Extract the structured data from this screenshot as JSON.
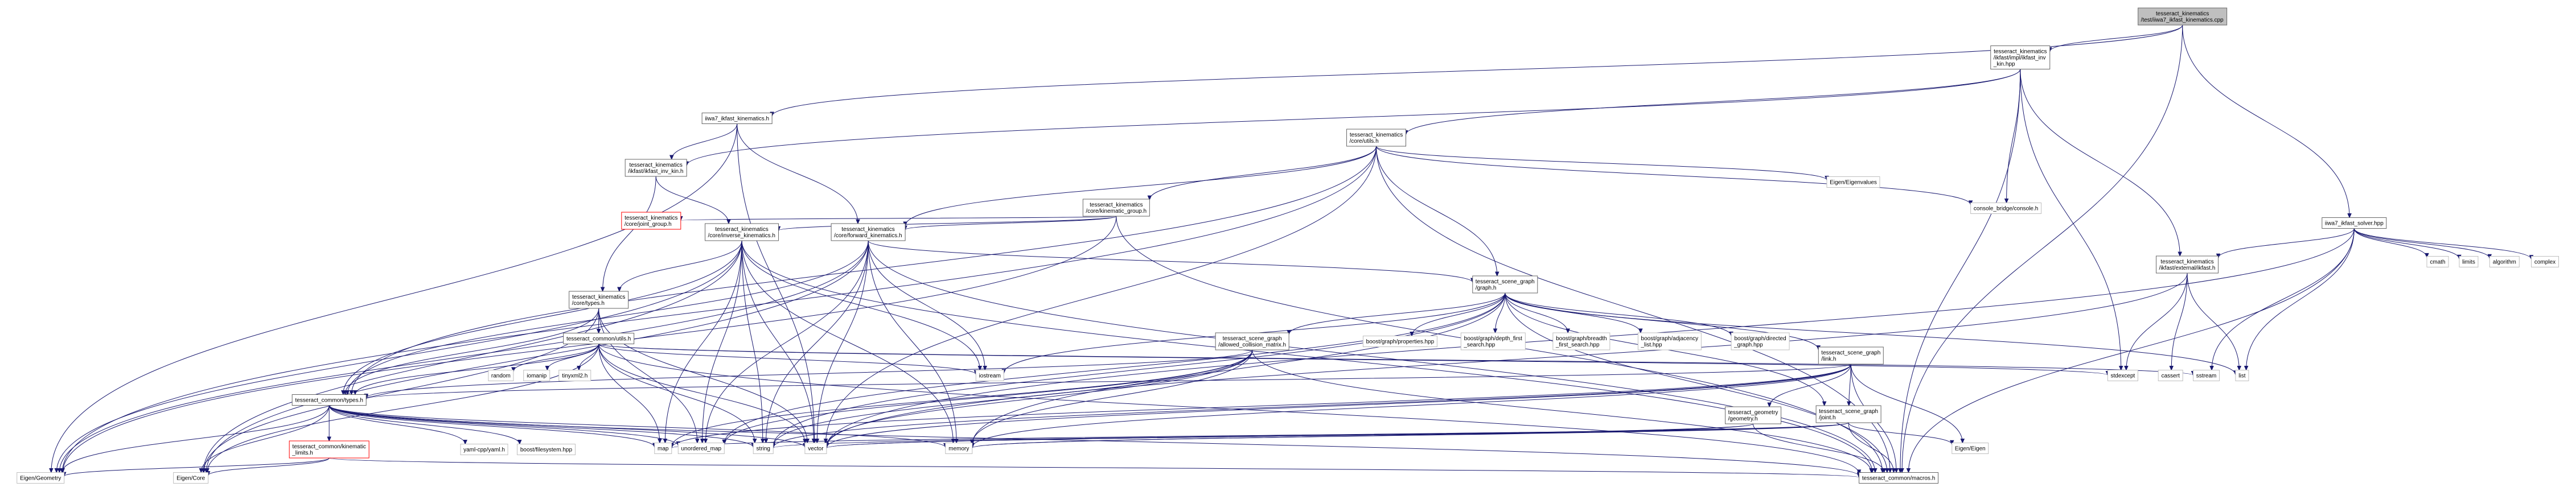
{
  "colors": {
    "edge": "#191970",
    "box_border": "#666666",
    "box_red": "#ff0000",
    "box_gray": "#bfbfbf",
    "root_fill": "#bfbfbf",
    "system_border": "#bfbfbf"
  },
  "nodes": [
    {
      "id": "root",
      "lines": [
        "tesseract_kinematics",
        "/test/iiwa7_ikfast_kinematics.cpp"
      ],
      "style": "root"
    },
    {
      "id": "ikfast_inv_kin_hpp",
      "lines": [
        "tesseract_kinematics",
        "/ikfast/impl/ikfast_inv",
        "_kin.hpp"
      ],
      "style": "normal"
    },
    {
      "id": "iiwa7_kin_h",
      "lines": [
        "iiwa7_ikfast_kinematics.h"
      ],
      "style": "normal"
    },
    {
      "id": "core_utils_h",
      "lines": [
        "tesseract_kinematics",
        "/core/utils.h"
      ],
      "style": "normal"
    },
    {
      "id": "iiwa7_solver",
      "lines": [
        "iiwa7_ikfast_solver.hpp"
      ],
      "style": "normal"
    },
    {
      "id": "ikfast_inv_kin_h",
      "lines": [
        "tesseract_kinematics",
        "/ikfast/ikfast_inv_kin.h"
      ],
      "style": "normal"
    },
    {
      "id": "kin_group_h",
      "lines": [
        "tesseract_kinematics",
        "/core/kinematic_group.h"
      ],
      "style": "normal"
    },
    {
      "id": "eigenvalues",
      "lines": [
        "Eigen/Eigenvalues"
      ],
      "style": "system"
    },
    {
      "id": "console_bridge",
      "lines": [
        "console_bridge/console.h"
      ],
      "style": "system"
    },
    {
      "id": "joint_group_h",
      "lines": [
        "tesseract_kinematics",
        "/core/joint_group.h"
      ],
      "style": "red"
    },
    {
      "id": "inverse_kin_h",
      "lines": [
        "tesseract_kinematics",
        "/core/inverse_kinematics.h"
      ],
      "style": "normal"
    },
    {
      "id": "forward_kin_h",
      "lines": [
        "tesseract_kinematics",
        "/core/forward_kinematics.h"
      ],
      "style": "normal"
    },
    {
      "id": "external_ikfast_h",
      "lines": [
        "tesseract_kinematics",
        "/ikfast/external/ikfast.h"
      ],
      "style": "normal"
    },
    {
      "id": "cmath",
      "lines": [
        "cmath"
      ],
      "style": "system"
    },
    {
      "id": "limits",
      "lines": [
        "limits"
      ],
      "style": "system"
    },
    {
      "id": "algorithm",
      "lines": [
        "algorithm"
      ],
      "style": "system"
    },
    {
      "id": "complex",
      "lines": [
        "complex"
      ],
      "style": "system"
    },
    {
      "id": "core_types_h",
      "lines": [
        "tesseract_kinematics",
        "/core/types.h"
      ],
      "style": "normal"
    },
    {
      "id": "graph_h",
      "lines": [
        "tesseract_scene_graph",
        "/graph.h"
      ],
      "style": "normal"
    },
    {
      "id": "common_utils_h",
      "lines": [
        "tesseract_common/utils.h"
      ],
      "style": "normal"
    },
    {
      "id": "allowed_collision_h",
      "lines": [
        "tesseract_scene_graph",
        "/allowed_collision_matrix.h"
      ],
      "style": "normal"
    },
    {
      "id": "boost_properties",
      "lines": [
        "boost/graph/properties.hpp"
      ],
      "style": "system"
    },
    {
      "id": "boost_dfs",
      "lines": [
        "boost/graph/depth_first",
        "_search.hpp"
      ],
      "style": "system"
    },
    {
      "id": "boost_bfs",
      "lines": [
        "boost/graph/breadth",
        "_first_search.hpp"
      ],
      "style": "system"
    },
    {
      "id": "boost_adjacency",
      "lines": [
        "boost/graph/adjacency",
        "_list.hpp"
      ],
      "style": "system"
    },
    {
      "id": "boost_directed",
      "lines": [
        "boost/graph/directed",
        "_graph.hpp"
      ],
      "style": "system"
    },
    {
      "id": "link_h",
      "lines": [
        "tesseract_scene_graph",
        "/link.h"
      ],
      "style": "normal"
    },
    {
      "id": "stdexcept",
      "lines": [
        "stdexcept"
      ],
      "style": "system"
    },
    {
      "id": "cassert",
      "lines": [
        "cassert"
      ],
      "style": "system"
    },
    {
      "id": "sstream",
      "lines": [
        "sstream"
      ],
      "style": "system"
    },
    {
      "id": "list",
      "lines": [
        "list"
      ],
      "style": "system"
    },
    {
      "id": "common_types_h",
      "lines": [
        "tesseract_common/types.h"
      ],
      "style": "normal"
    },
    {
      "id": "random",
      "lines": [
        "random"
      ],
      "style": "system"
    },
    {
      "id": "iomanip",
      "lines": [
        "iomanip"
      ],
      "style": "system"
    },
    {
      "id": "tinyxml2",
      "lines": [
        "tinyxml2.h"
      ],
      "style": "system"
    },
    {
      "id": "iostream",
      "lines": [
        "iostream"
      ],
      "style": "system"
    },
    {
      "id": "geometry_h",
      "lines": [
        "tesseract_geometry",
        "/geometry.h"
      ],
      "style": "normal"
    },
    {
      "id": "joint_h",
      "lines": [
        "tesseract_scene_graph",
        "/joint.h"
      ],
      "style": "normal"
    },
    {
      "id": "common_kin_limits",
      "lines": [
        "tesseract_common/kinematic",
        "_limits.h"
      ],
      "style": "red"
    },
    {
      "id": "yaml_cpp",
      "lines": [
        "yaml-cpp/yaml.h"
      ],
      "style": "system"
    },
    {
      "id": "boost_filesystem",
      "lines": [
        "boost/filesystem.hpp"
      ],
      "style": "system"
    },
    {
      "id": "map",
      "lines": [
        "map"
      ],
      "style": "system"
    },
    {
      "id": "unordered_map",
      "lines": [
        "unordered_map"
      ],
      "style": "system"
    },
    {
      "id": "string",
      "lines": [
        "string"
      ],
      "style": "system"
    },
    {
      "id": "vector",
      "lines": [
        "vector"
      ],
      "style": "system"
    },
    {
      "id": "memory",
      "lines": [
        "memory"
      ],
      "style": "system"
    },
    {
      "id": "eigen_eigen",
      "lines": [
        "Eigen/Eigen"
      ],
      "style": "system"
    },
    {
      "id": "eigen_geometry",
      "lines": [
        "Eigen/Geometry"
      ],
      "style": "system"
    },
    {
      "id": "eigen_core",
      "lines": [
        "Eigen/Core"
      ],
      "style": "system"
    },
    {
      "id": "common_macros",
      "lines": [
        "tesseract_common/macros.h"
      ],
      "style": "normal"
    }
  ],
  "edges": [
    [
      "root",
      "ikfast_inv_kin_hpp"
    ],
    [
      "root",
      "iiwa7_kin_h"
    ],
    [
      "root",
      "iiwa7_solver"
    ],
    [
      "root",
      "common_macros"
    ],
    [
      "ikfast_inv_kin_hpp",
      "core_utils_h"
    ],
    [
      "ikfast_inv_kin_hpp",
      "ikfast_inv_kin_h"
    ],
    [
      "ikfast_inv_kin_hpp",
      "console_bridge"
    ],
    [
      "ikfast_inv_kin_hpp",
      "stdexcept"
    ],
    [
      "ikfast_inv_kin_hpp",
      "external_ikfast_h"
    ],
    [
      "ikfast_inv_kin_hpp",
      "common_macros"
    ],
    [
      "iiwa7_kin_h",
      "ikfast_inv_kin_h"
    ],
    [
      "iiwa7_kin_h",
      "forward_kin_h"
    ],
    [
      "iiwa7_kin_h",
      "vector"
    ],
    [
      "iiwa7_kin_h",
      "eigen_geometry"
    ],
    [
      "core_utils_h",
      "kin_group_h"
    ],
    [
      "core_utils_h",
      "eigenvalues"
    ],
    [
      "core_utils_h",
      "console_bridge"
    ],
    [
      "core_utils_h",
      "forward_kin_h"
    ],
    [
      "core_utils_h",
      "graph_h"
    ],
    [
      "core_utils_h",
      "common_types_h"
    ],
    [
      "core_utils_h",
      "vector"
    ],
    [
      "core_utils_h",
      "eigen_geometry"
    ],
    [
      "core_utils_h",
      "common_macros"
    ],
    [
      "iiwa7_solver",
      "external_ikfast_h"
    ],
    [
      "iiwa7_solver",
      "cmath"
    ],
    [
      "iiwa7_solver",
      "limits"
    ],
    [
      "iiwa7_solver",
      "algorithm"
    ],
    [
      "iiwa7_solver",
      "complex"
    ],
    [
      "iiwa7_solver",
      "sstream"
    ],
    [
      "iiwa7_solver",
      "list"
    ],
    [
      "iiwa7_solver",
      "vector"
    ],
    [
      "iiwa7_solver",
      "common_macros"
    ],
    [
      "ikfast_inv_kin_h",
      "inverse_kin_h"
    ],
    [
      "ikfast_inv_kin_h",
      "core_types_h"
    ],
    [
      "kin_group_h",
      "joint_group_h"
    ],
    [
      "kin_group_h",
      "inverse_kin_h"
    ],
    [
      "kin_group_h",
      "forward_kin_h"
    ],
    [
      "kin_group_h",
      "eigen_geometry"
    ],
    [
      "kin_group_h",
      "common_macros"
    ],
    [
      "inverse_kin_h",
      "core_types_h"
    ],
    [
      "inverse_kin_h",
      "common_types_h"
    ],
    [
      "inverse_kin_h",
      "vector"
    ],
    [
      "inverse_kin_h",
      "memory"
    ],
    [
      "inverse_kin_h",
      "unordered_map"
    ],
    [
      "inverse_kin_h",
      "map"
    ],
    [
      "inverse_kin_h",
      "string"
    ],
    [
      "inverse_kin_h",
      "iostream"
    ],
    [
      "inverse_kin_h",
      "eigen_core"
    ],
    [
      "inverse_kin_h",
      "eigen_geometry"
    ],
    [
      "inverse_kin_h",
      "common_macros"
    ],
    [
      "forward_kin_h",
      "graph_h"
    ],
    [
      "forward_kin_h",
      "common_types_h"
    ],
    [
      "forward_kin_h",
      "vector"
    ],
    [
      "forward_kin_h",
      "memory"
    ],
    [
      "forward_kin_h",
      "unordered_map"
    ],
    [
      "forward_kin_h",
      "string"
    ],
    [
      "forward_kin_h",
      "iostream"
    ],
    [
      "forward_kin_h",
      "eigen_core"
    ],
    [
      "forward_kin_h",
      "eigen_geometry"
    ],
    [
      "forward_kin_h",
      "common_macros"
    ],
    [
      "external_ikfast_h",
      "stdexcept"
    ],
    [
      "external_ikfast_h",
      "cassert"
    ],
    [
      "external_ikfast_h",
      "list"
    ],
    [
      "external_ikfast_h",
      "vector"
    ],
    [
      "core_types_h",
      "common_utils_h"
    ],
    [
      "core_types_h",
      "common_types_h"
    ],
    [
      "core_types_h",
      "vector"
    ],
    [
      "core_types_h",
      "unordered_map"
    ],
    [
      "core_types_h",
      "eigen_core"
    ],
    [
      "graph_h",
      "allowed_collision_h"
    ],
    [
      "graph_h",
      "boost_properties"
    ],
    [
      "graph_h",
      "boost_dfs"
    ],
    [
      "graph_h",
      "boost_bfs"
    ],
    [
      "graph_h",
      "boost_adjacency"
    ],
    [
      "graph_h",
      "boost_directed"
    ],
    [
      "graph_h",
      "link_h"
    ],
    [
      "graph_h",
      "joint_h"
    ],
    [
      "graph_h",
      "list"
    ],
    [
      "graph_h",
      "unordered_map"
    ],
    [
      "graph_h",
      "string"
    ],
    [
      "graph_h",
      "memory"
    ],
    [
      "graph_h",
      "iostream"
    ],
    [
      "graph_h",
      "common_macros"
    ],
    [
      "common_utils_h",
      "common_types_h"
    ],
    [
      "common_utils_h",
      "random"
    ],
    [
      "common_utils_h",
      "iomanip"
    ],
    [
      "common_utils_h",
      "tinyxml2"
    ],
    [
      "common_utils_h",
      "iostream"
    ],
    [
      "common_utils_h",
      "sstream"
    ],
    [
      "common_utils_h",
      "stdexcept"
    ],
    [
      "common_utils_h",
      "vector"
    ],
    [
      "common_utils_h",
      "string"
    ],
    [
      "common_utils_h",
      "map"
    ],
    [
      "common_utils_h",
      "eigen_core"
    ],
    [
      "common_utils_h",
      "common_macros"
    ],
    [
      "allowed_collision_h",
      "common_types_h"
    ],
    [
      "allowed_collision_h",
      "unordered_map"
    ],
    [
      "allowed_collision_h",
      "map"
    ],
    [
      "allowed_collision_h",
      "string"
    ],
    [
      "allowed_collision_h",
      "vector"
    ],
    [
      "allowed_collision_h",
      "memory"
    ],
    [
      "allowed_collision_h",
      "common_macros"
    ],
    [
      "link_h",
      "geometry_h"
    ],
    [
      "link_h",
      "joint_h"
    ],
    [
      "link_h",
      "eigen_eigen"
    ],
    [
      "link_h",
      "vector"
    ],
    [
      "link_h",
      "memory"
    ],
    [
      "link_h",
      "string"
    ],
    [
      "link_h",
      "map"
    ],
    [
      "link_h",
      "common_types_h"
    ],
    [
      "link_h",
      "common_macros"
    ],
    [
      "common_types_h",
      "common_kin_limits"
    ],
    [
      "common_types_h",
      "yaml_cpp"
    ],
    [
      "common_types_h",
      "boost_filesystem"
    ],
    [
      "common_types_h",
      "map"
    ],
    [
      "common_types_h",
      "unordered_map"
    ],
    [
      "common_types_h",
      "vector"
    ],
    [
      "common_types_h",
      "string"
    ],
    [
      "common_types_h",
      "memory"
    ],
    [
      "common_types_h",
      "eigen_core"
    ],
    [
      "common_types_h",
      "eigen_geometry"
    ],
    [
      "common_types_h",
      "common_macros"
    ],
    [
      "common_kin_limits",
      "eigen_core"
    ],
    [
      "common_kin_limits",
      "eigen_geometry"
    ],
    [
      "common_kin_limits",
      "common_macros"
    ],
    [
      "geometry_h",
      "memory"
    ],
    [
      "geometry_h",
      "vector"
    ],
    [
      "geometry_h",
      "common_macros"
    ],
    [
      "joint_h",
      "eigen_eigen"
    ],
    [
      "joint_h",
      "string"
    ],
    [
      "joint_h",
      "vector"
    ],
    [
      "joint_h",
      "memory"
    ],
    [
      "joint_h",
      "map"
    ],
    [
      "joint_h",
      "common_macros"
    ]
  ]
}
